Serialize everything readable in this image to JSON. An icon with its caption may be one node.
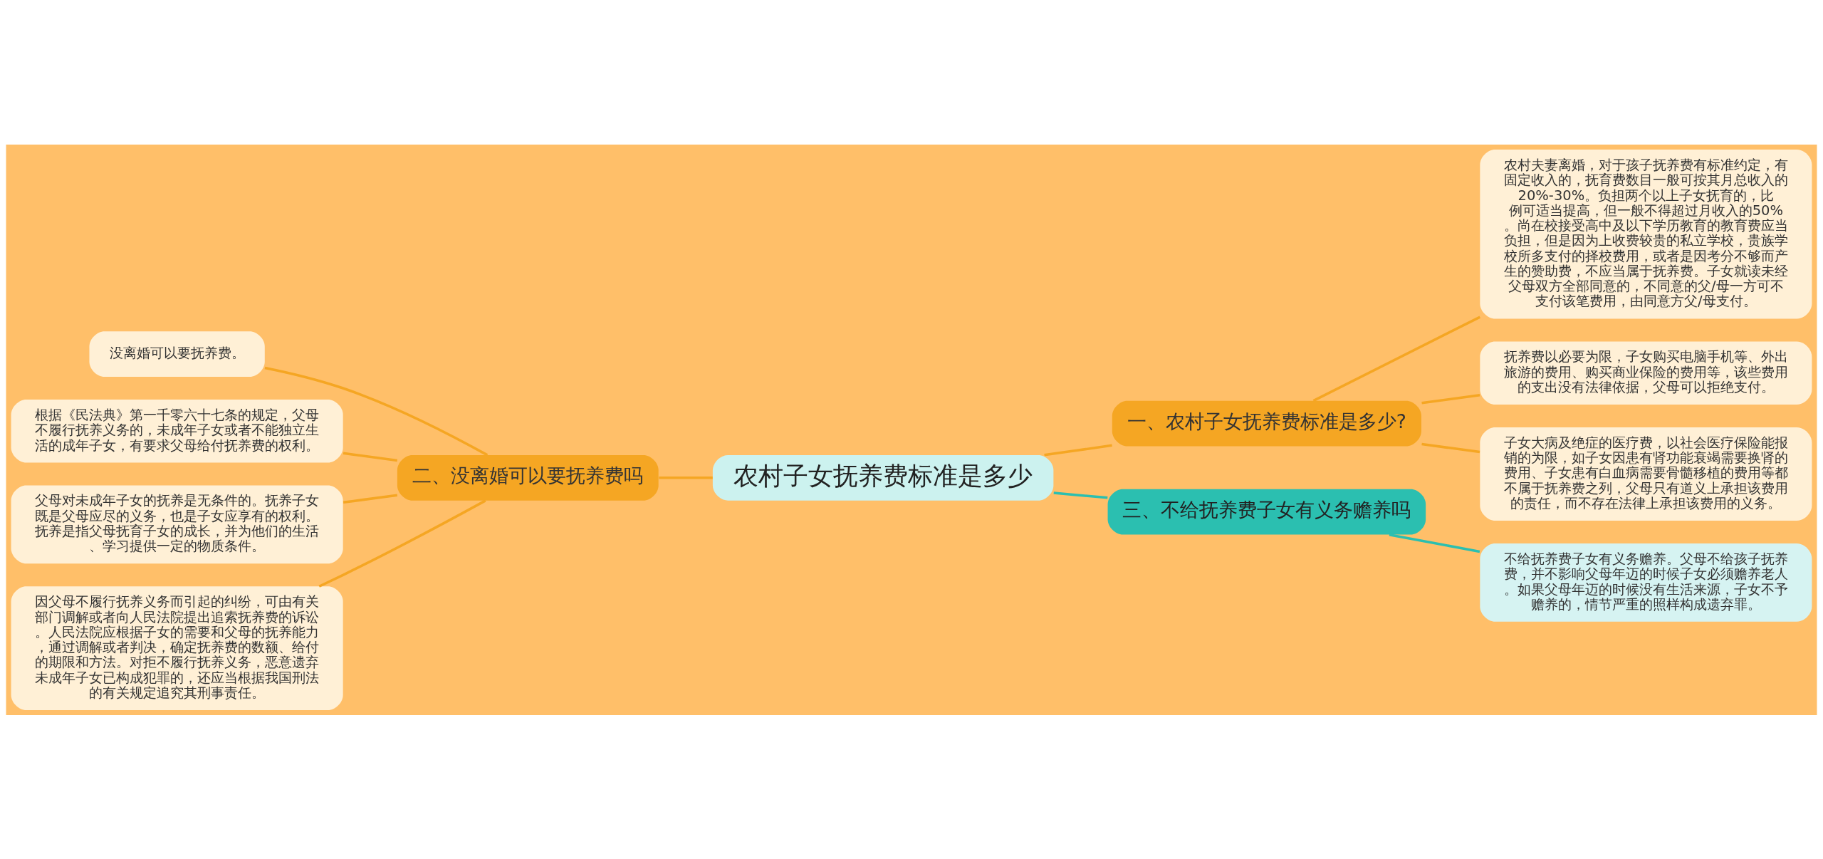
{
  "diagram": {
    "nodes": [
      {
        "text": [
          "农村子女抚养费标准是多少"
        ]
      },
      {
        "text": [
          "一、农村子女抚养费标准是多少?"
        ]
      },
      {
        "text": [
          "农村夫妻离婚，对于孩子抚养费有标准约定，有固定收入的，抚育费数目一般可按其月总收入的20%-30%。负担两个以上子女抚育的，比例可适当提高，但一般不得超过月收入的50%。尚在校接受高中及以下学历教育的教育费应当负担，但是因为上收费较贵的私立学校，贵族学校所多支付的择校费用，或者是因考分不够而产生的赞助费，不应当属于抚养费。子女就读未经父母双方全部同意的，不同意的父/母一方可不支付该笔费用，由同意方父/母支付。"
        ]
      },
      {
        "text": [
          "抚养费以必要为限，子女购买电脑手机等、外出旅游的费用、购买商业保险的费用等，该些费用的支出没有法律依据，父母可以拒绝支付。"
        ]
      },
      {
        "text": [
          "子女大病及绝症的医疗费，以社会医疗保险能报销的为限，如子女因患有肾功能衰竭需要换肾的费用、子女患有白血病需要骨髓移植的费用等都不属于抚养费之列，父母只有道义上承担该费用的责任，而不存在法律上承担该费用的义务。"
        ]
      },
      {
        "text": [
          "二、没离婚可以要抚养费吗"
        ]
      },
      {
        "text": [
          "没离婚可以要抚养费。"
        ]
      },
      {
        "text": [
          "根据《民法典》第一千零六十七条的规定，父母不履行抚养义务的，未成年子女或者不能独立生活的成年子女，有要求父母给付抚养费的权利。"
        ]
      },
      {
        "text": [
          "父母对未成年子女的抚养是无条件的。抚养子女既是父母应尽的义务，也是子女应享有的权利。抚养是指父母抚育子女的成长，并为他们的生活、学习提供一定的物质条件。"
        ]
      },
      {
        "text": [
          "因父母不履行抚养义务而引起的纠纷，可由有关部门调解或者向人民法院提出追索抚养费的诉讼。人民法院应根据子女的需要和父母的抚养能力，通过调解或者判决，确定抚养费的数额、给付的期限和方法。对拒不履行抚养义务，恶意遗弃未成年子女已构成犯罪的，还应当根据我国刑法的有关规定追究其刑事责任。"
        ]
      },
      {
        "text": [
          "三、不给抚养费子女有义务赡养吗"
        ]
      },
      {
        "text": [
          "不给抚养费子女有义务赡养。父母不给孩子抚养费，并不影响父母年迈的时候子女必须赡养老人。如果父母年迈的时候没有生活来源，子女不予赡养的，情节严重的照样构成遗弃罪。"
        ]
      }
    ],
    "edges": [
      {
        "from": 0,
        "to": 1,
        "arrow": "none"
      },
      {
        "from": 1,
        "to": 2,
        "arrow": "none"
      },
      {
        "from": 1,
        "to": 3,
        "arrow": "none"
      },
      {
        "from": 1,
        "to": 4,
        "arrow": "none"
      },
      {
        "from": 0,
        "to": 5,
        "arrow": "none"
      },
      {
        "from": 5,
        "to": 6,
        "arrow": "none"
      },
      {
        "from": 5,
        "to": 7,
        "arrow": "none"
      },
      {
        "from": 5,
        "to": 8,
        "arrow": "none"
      },
      {
        "from": 5,
        "to": 9,
        "arrow": "none"
      },
      {
        "from": 0,
        "to": 10,
        "arrow": "none",
        "color": "#2bbfb0"
      },
      {
        "from": 10,
        "to": 11,
        "arrow": "none",
        "color": "#2bbfb0"
      }
    ]
  }
}
